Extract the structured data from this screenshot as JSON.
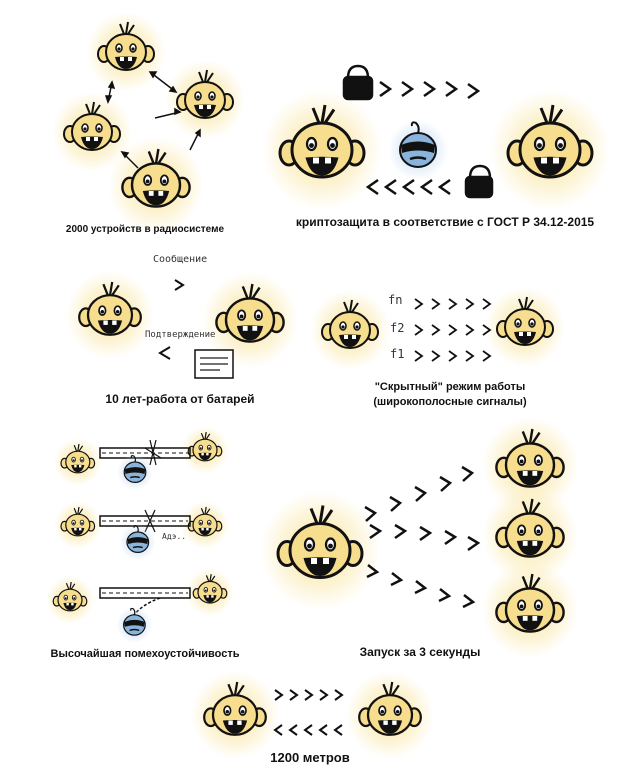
{
  "captions": {
    "devices": "2000 устройств в радиосистеме",
    "crypto": "криптозащита в соответствие с ГОСТ Р 34.12-2015",
    "battery": "10 лет-работа от батарей",
    "stealth_line1": "\"Скрытный\" режим работы",
    "stealth_line2": "(широкополосные сигналы)",
    "immunity": "Высочайшая помехоустойчивость",
    "launch": "Запуск за 3 секунды",
    "range": "1200 метров"
  },
  "handwritten": {
    "message": "Сообщение",
    "confirmation": "Подтверждение",
    "freq_n": "fn",
    "freq_2": "f2",
    "freq_1": "f1",
    "jam_note": "Адэ.."
  },
  "colors": {
    "face": "#f7dd8e",
    "glow": "#f8df88",
    "ink": "#111111",
    "spy_face": "#8ab4dc",
    "spy_glow": "#b9d4f0"
  }
}
